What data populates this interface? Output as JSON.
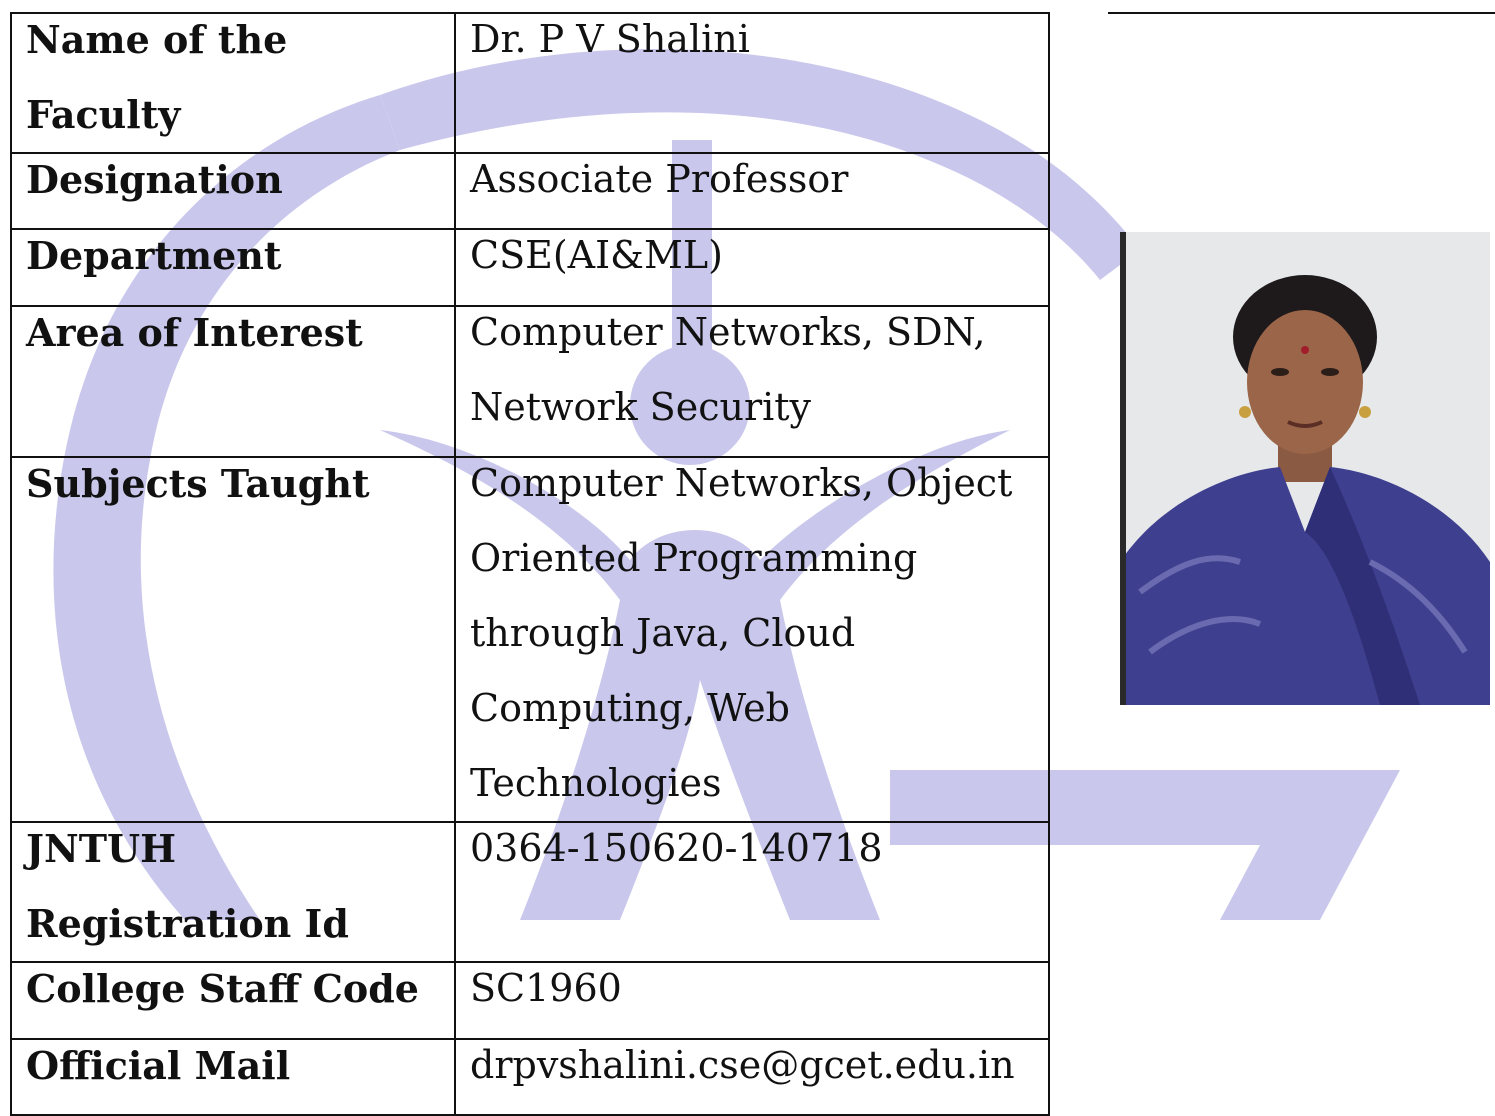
{
  "profile": {
    "rows": [
      {
        "label": "Name of the Faculty",
        "value": "Dr. P V Shalini"
      },
      {
        "label": "Designation",
        "value": "Associate Professor"
      },
      {
        "label": "Department",
        "value": "CSE(AI&ML)"
      },
      {
        "label": "Area of Interest",
        "value": "Computer Networks, SDN, Network Security"
      },
      {
        "label": "Subjects Taught",
        "value": "Computer Networks, Object Oriented Programming through Java, Cloud Computing, Web Technologies"
      },
      {
        "label": "JNTUH Registration Id",
        "value": "0364-150620-140718"
      },
      {
        "label": "College Staff Code",
        "value": "SC1960"
      },
      {
        "label": "Official Mail",
        "value": "drpvshalini.cse@gcet.edu.in"
      }
    ]
  },
  "colors": {
    "watermark": "#c9c8ec",
    "border": "#111111",
    "saree": "#3f3f8f"
  },
  "icons": {
    "watermark": "college-logo-watermark",
    "photo": "faculty-portrait"
  }
}
